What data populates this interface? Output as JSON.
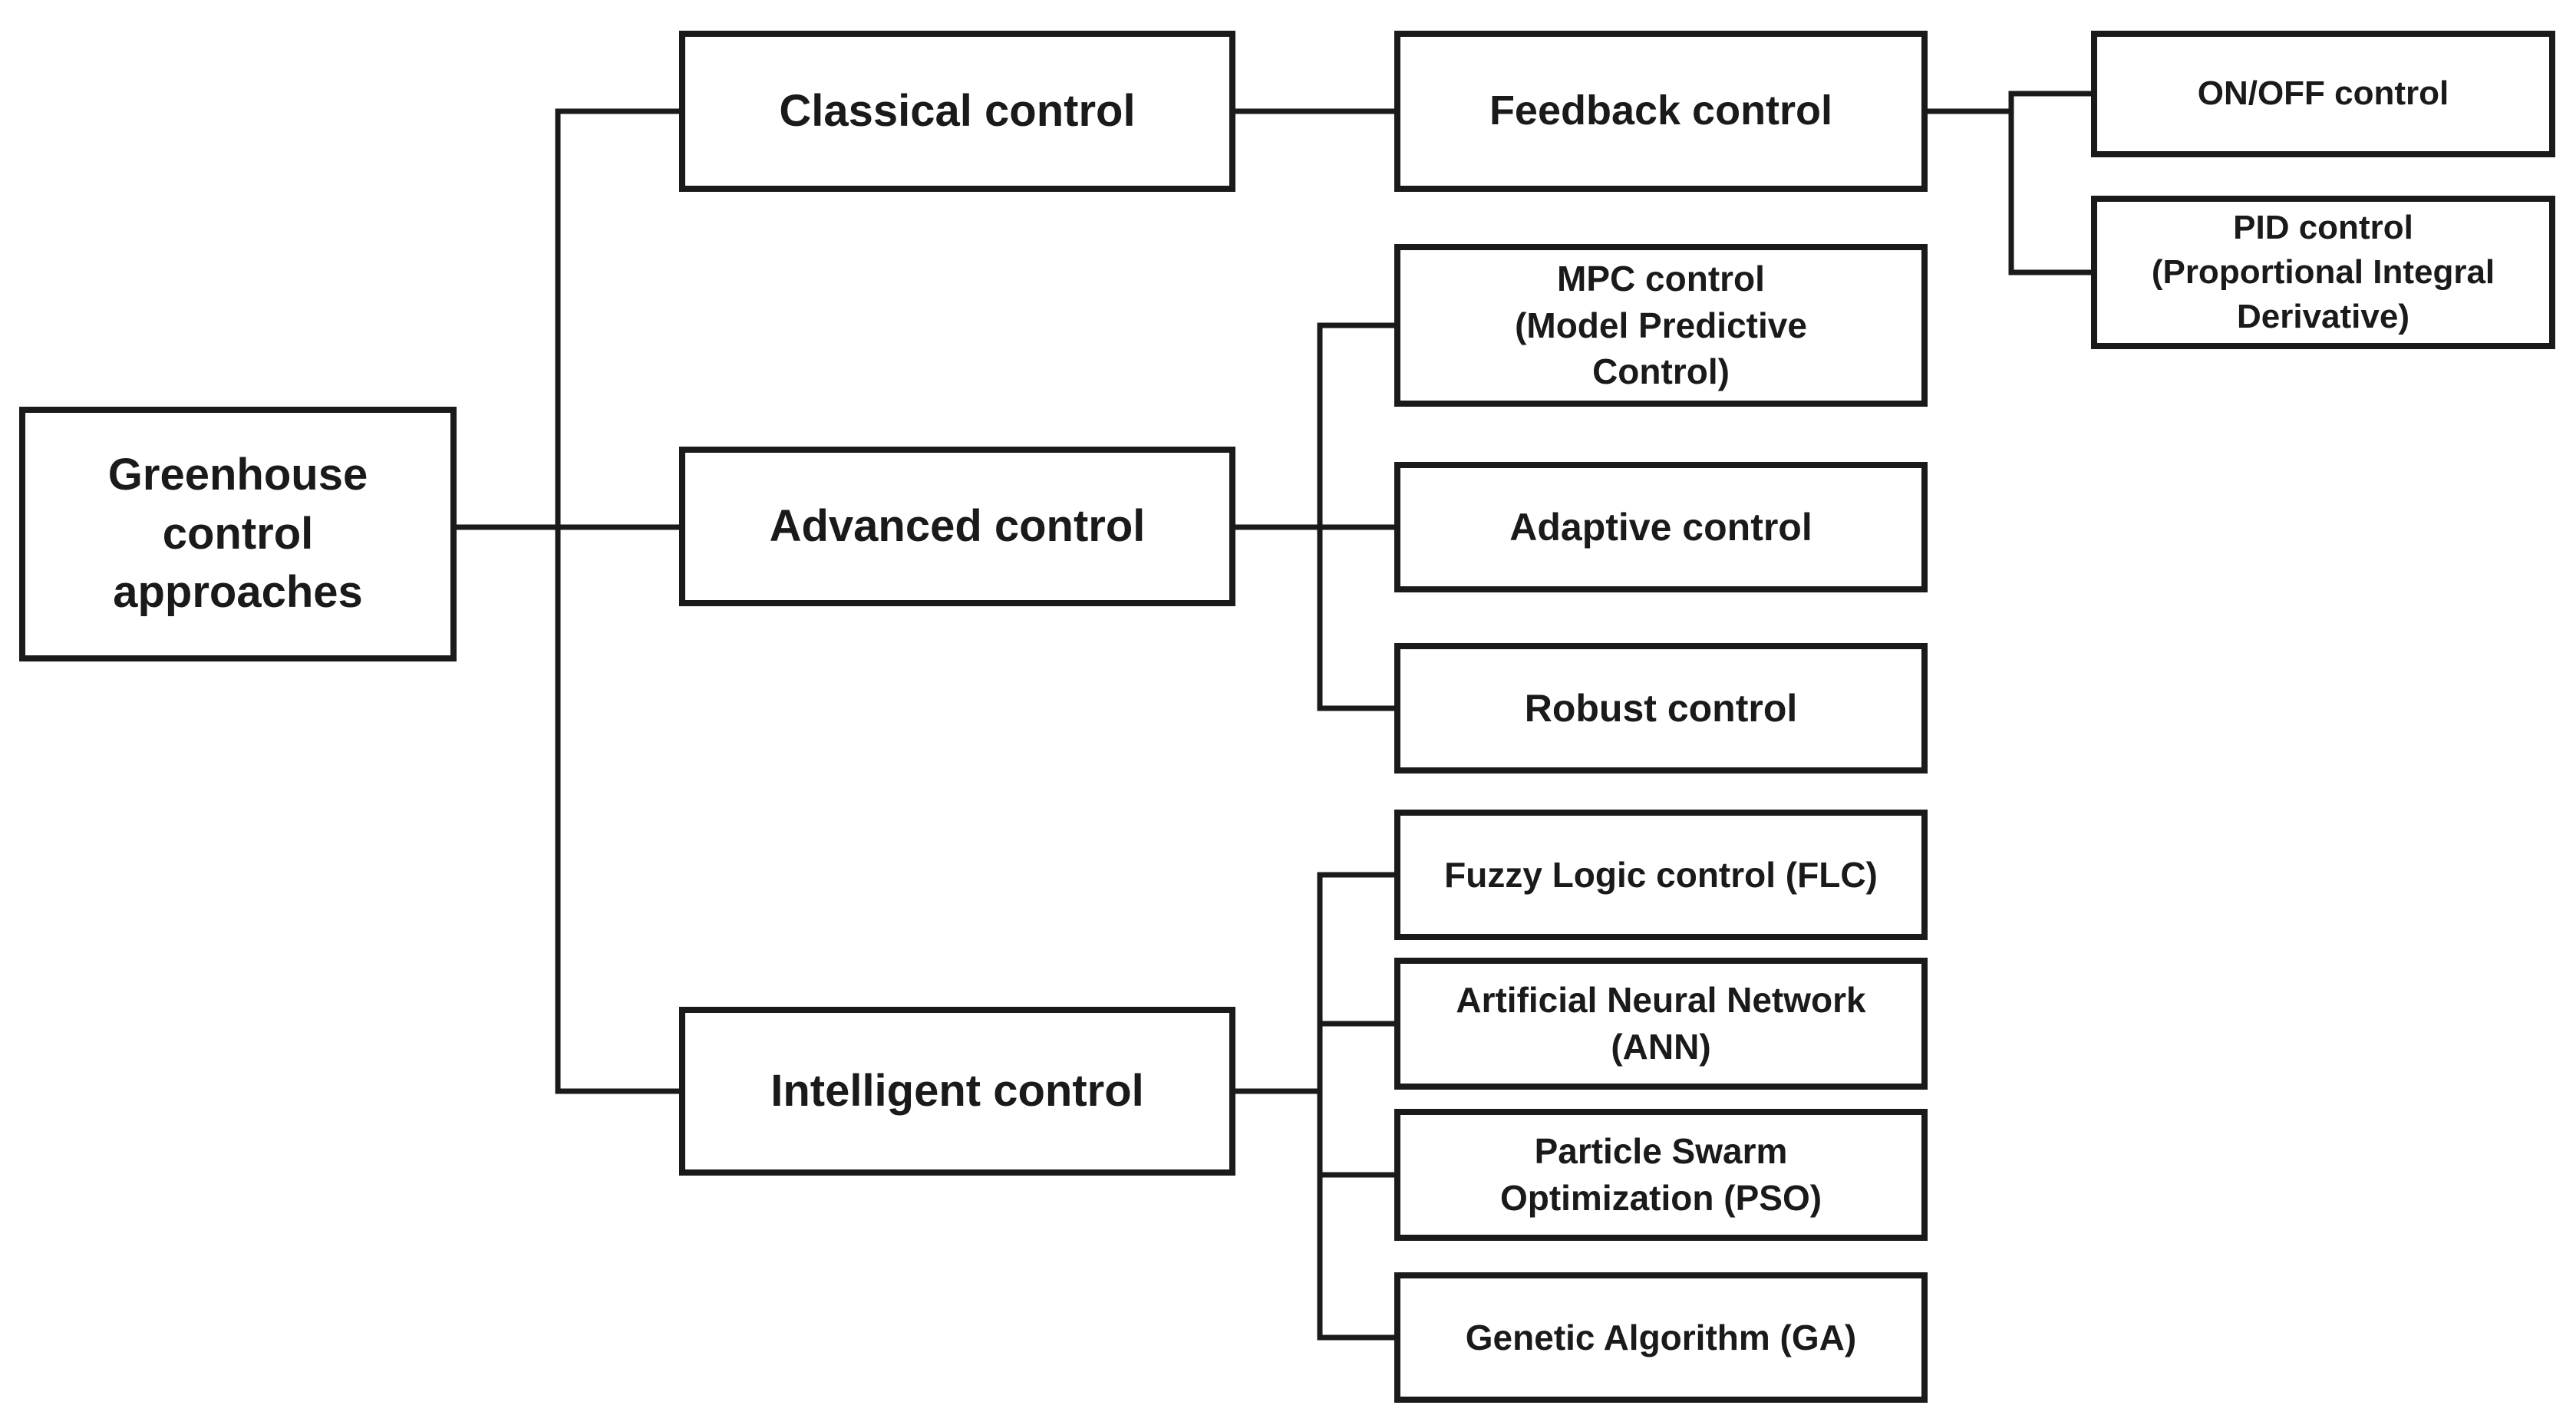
{
  "diagram": {
    "title": "Greenhouse control approaches",
    "type": "hierarchy-block-diagram",
    "colors": {
      "background": "#ffffff",
      "box_fill": "#ffffff",
      "box_border": "#1a1a1a",
      "text": "#1a1a1a",
      "line": "#1a1a1a"
    },
    "tree": {
      "root": {
        "label": "Greenhouse\ncontrol\napproaches",
        "children": [
          {
            "label": "Classical control",
            "children": [
              {
                "label": "Feedback control",
                "children": [
                  {
                    "label": "ON/OFF control",
                    "children": []
                  },
                  {
                    "label": "PID control\n(Proportional Integral\nDerivative)",
                    "children": []
                  }
                ]
              }
            ]
          },
          {
            "label": "Advanced control",
            "children": [
              {
                "label": "MPC control\n(Model Predictive\nControl)",
                "children": []
              },
              {
                "label": "Adaptive control",
                "children": []
              },
              {
                "label": "Robust control",
                "children": []
              }
            ]
          },
          {
            "label": "Intelligent control",
            "children": [
              {
                "label": "Fuzzy Logic control (FLC)",
                "children": []
              },
              {
                "label": "Artificial Neural Network\n(ANN)",
                "children": []
              },
              {
                "label": "Particle Swarm\nOptimization (PSO)",
                "children": []
              },
              {
                "label": "Genetic Algorithm (GA)",
                "children": []
              }
            ]
          }
        ]
      }
    }
  }
}
